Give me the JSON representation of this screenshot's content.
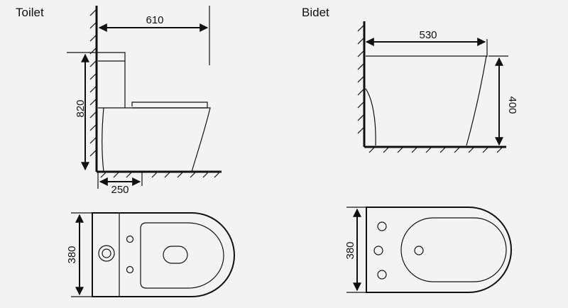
{
  "titles": {
    "toilet": "Toilet",
    "bidet": "Bidet"
  },
  "toilet": {
    "depth_mm": "610",
    "height_mm": "820",
    "outlet_mm": "250",
    "width_mm": "380"
  },
  "bidet": {
    "depth_mm": "530",
    "height_mm": "400",
    "width_mm": "380"
  },
  "colors": {
    "line": "#111111",
    "background": "#f3f3f3"
  }
}
